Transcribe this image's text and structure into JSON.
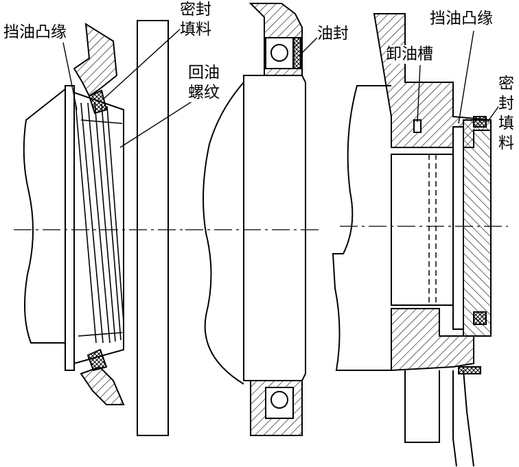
{
  "colors": {
    "ink": "#000000",
    "paper": "#ffffff"
  },
  "left_figure": {
    "oil_flange": "挡油凸缘",
    "packing_line1": "密封",
    "packing_line2": "填料",
    "thread_line1": "回油",
    "thread_line2": "螺纹"
  },
  "middle_figure": {
    "oil_seal": "油封"
  },
  "right_figure": {
    "oil_flange": "挡油凸缘",
    "drain_groove": "卸油槽",
    "packing_chars": [
      "密",
      "封",
      "填",
      "料"
    ]
  }
}
